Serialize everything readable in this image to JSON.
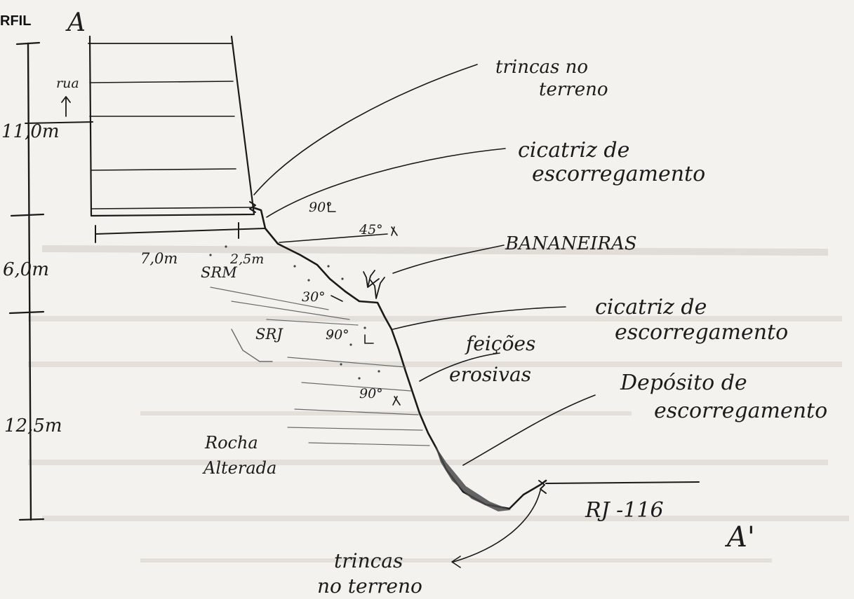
{
  "header": {
    "label": "RFIL",
    "section_start": "A",
    "section_end": "A'"
  },
  "scale": {
    "street": "rua",
    "h1": "11,0m",
    "h2": "6,0m",
    "h3": "12,5m"
  },
  "dimensions": {
    "d1": "7,0m",
    "d2": "2,5m"
  },
  "angles": {
    "a1": "90°",
    "a2": "45°",
    "a3": "30°",
    "a4": "90°",
    "a5": "90°"
  },
  "soil": {
    "srm": "SRM",
    "srj": "SRJ",
    "rock_line1": "Rocha",
    "rock_line2": "Alterada"
  },
  "annotations": {
    "cracks_top_line1": "trincas no",
    "cracks_top_line2": "terreno",
    "scar1_line1": "cicatriz de",
    "scar1_line2": "escorregamento",
    "banana": "BANANEIRAS",
    "scar2_line1": "cicatriz de",
    "scar2_line2": "escorregamento",
    "erosion_line1": "feições",
    "erosion_line2": "erosivas",
    "deposit_line1": "Depósito de",
    "deposit_line2": "escorregamento",
    "road": "RJ -116",
    "cracks_bottom_line1": "trincas",
    "cracks_bottom_line2": "no terreno"
  },
  "colors": {
    "ink": "#1a1a1a",
    "paper": "#f4f2ee",
    "shade": "#555555"
  }
}
